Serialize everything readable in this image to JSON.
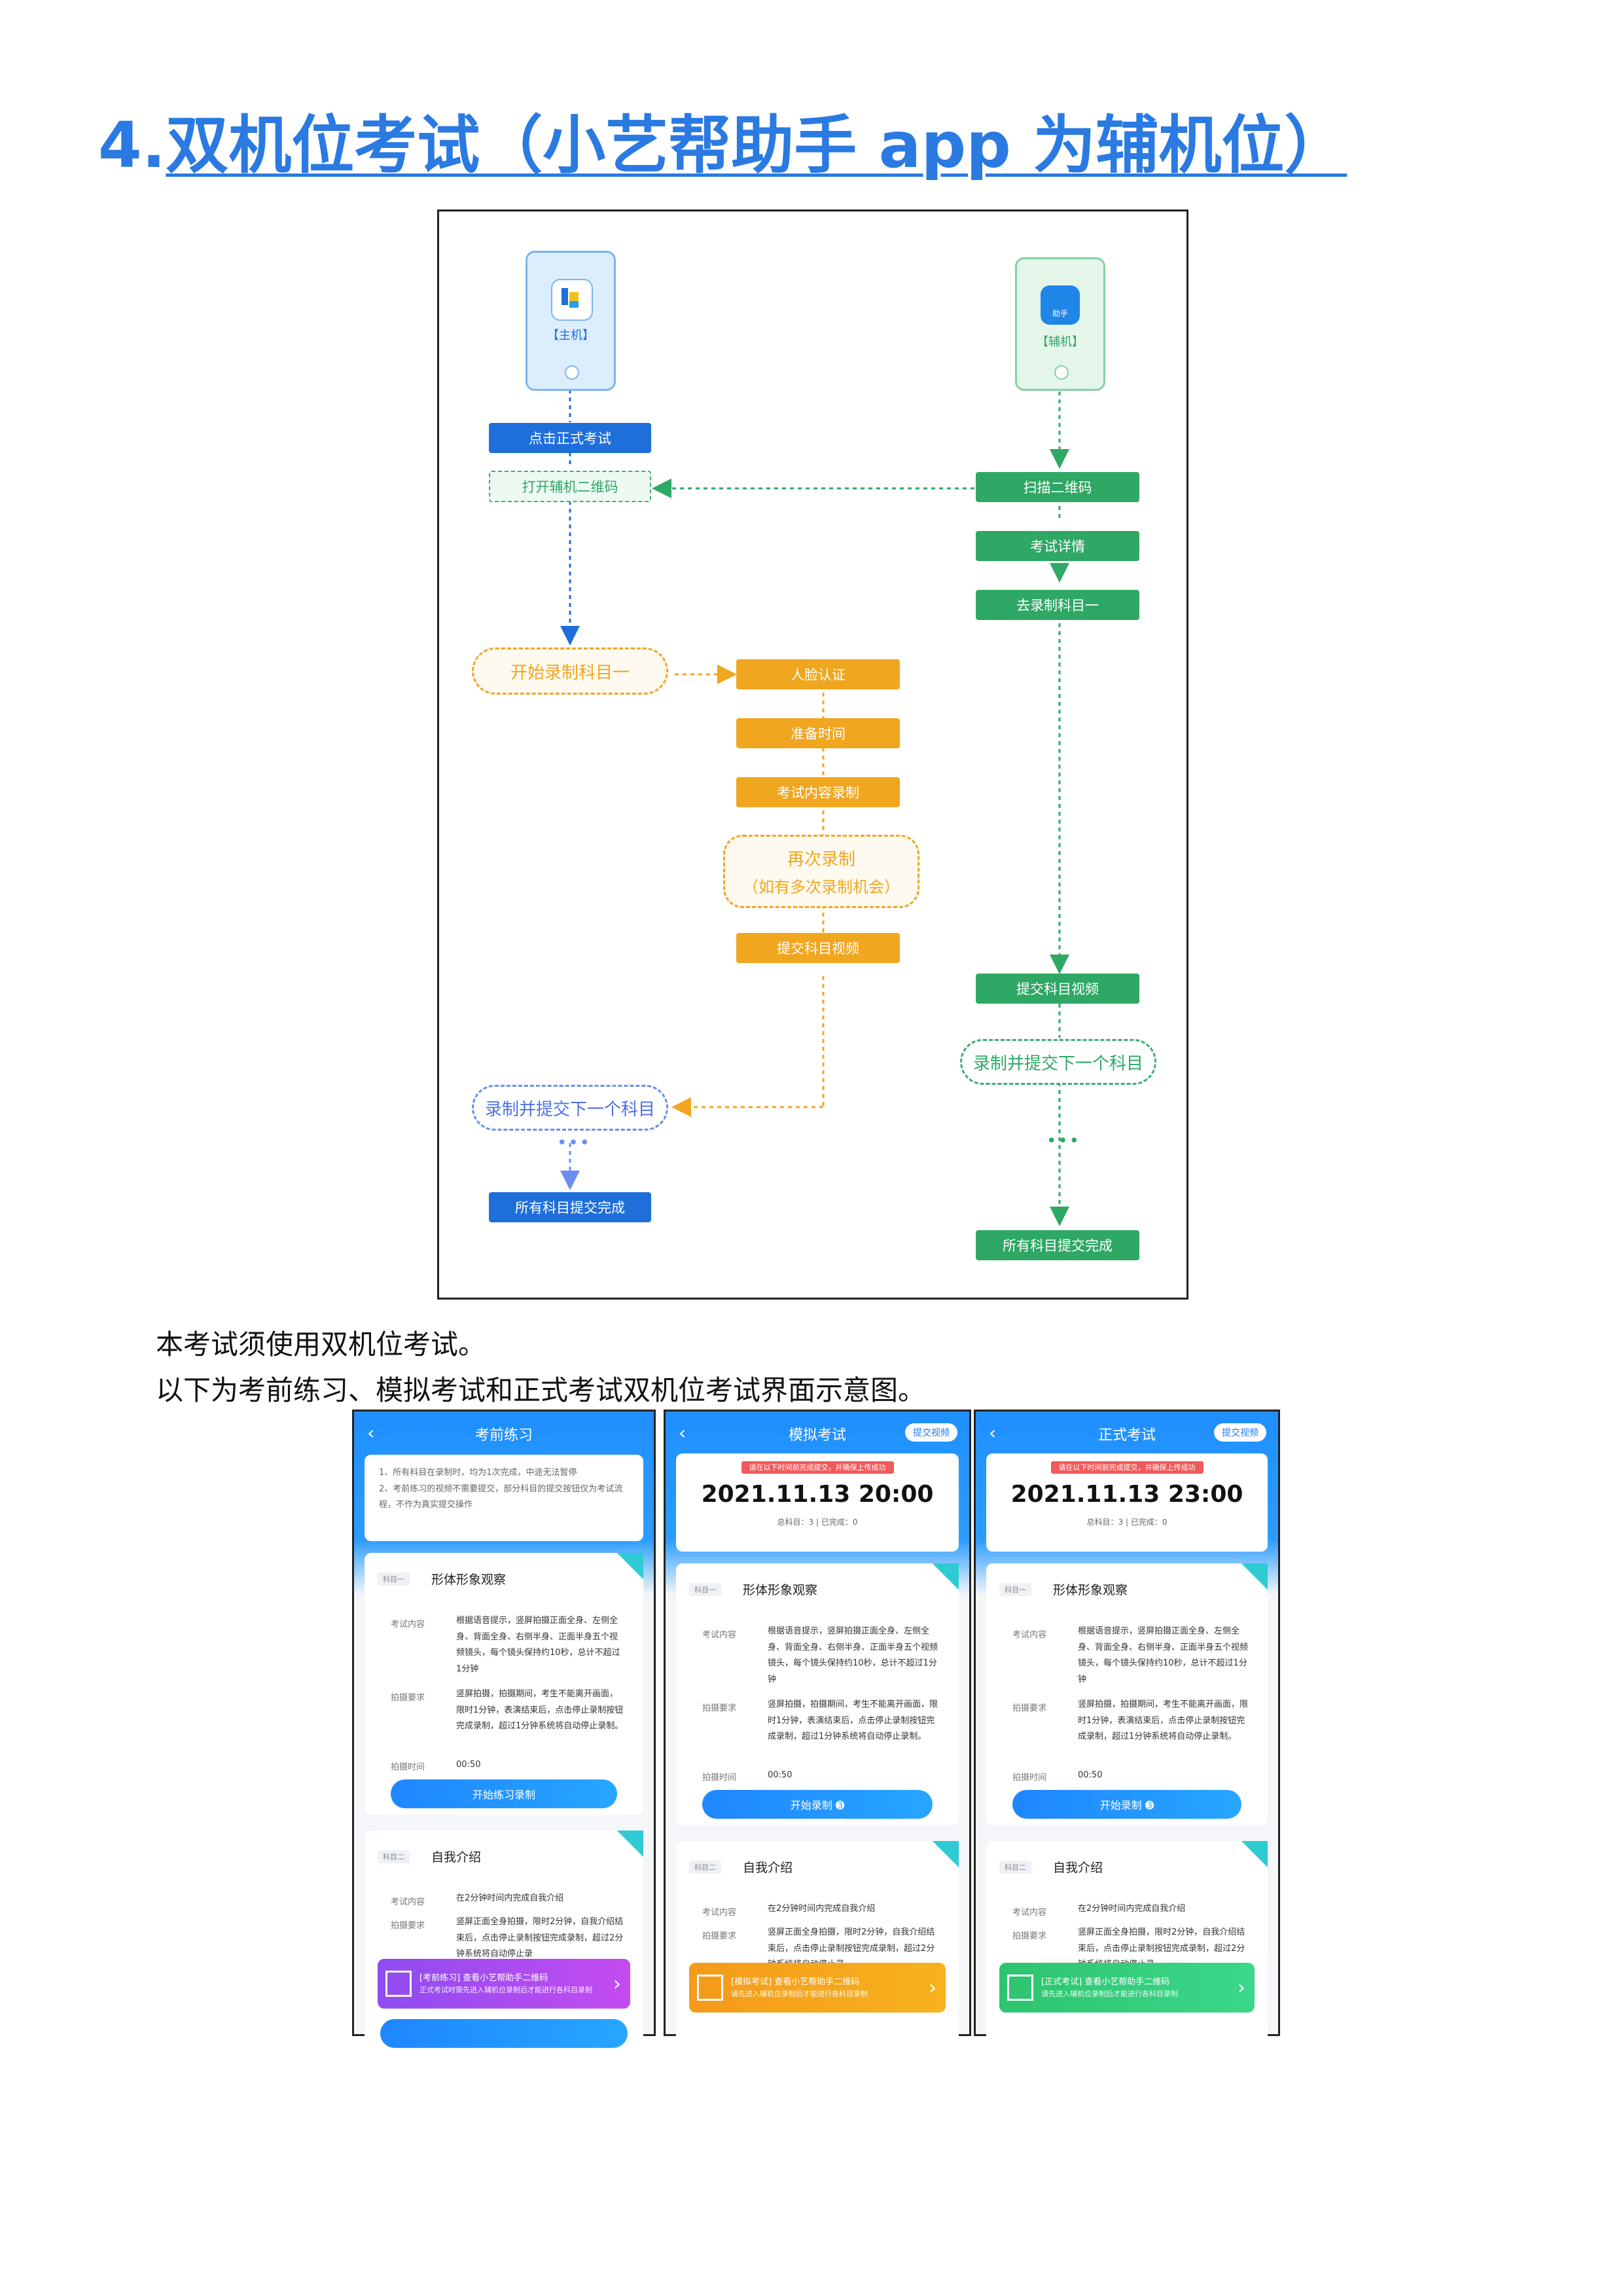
{
  "heading": {
    "number": "4.",
    "text": "双机位考试（小艺帮助手 app 为辅机位）"
  },
  "colors": {
    "title": "#2a7ae2",
    "blue": "#1f6fdb",
    "green": "#2ea864",
    "orange": "#f0a61f"
  },
  "flow": {
    "left_phone_label": "【主机】",
    "right_phone_label": "【辅机】",
    "right_app_text": "助手",
    "left": {
      "start_exam": "点击正式考试",
      "open_qr": "打开辅机二维码",
      "start_subject": "开始录制科目一",
      "next_subject": "录制并提交下一个科目",
      "dots": "•••",
      "all_done": "所有科目提交完成"
    },
    "middle": {
      "face": "人脸认证",
      "prepare": "准备时间",
      "record": "考试内容录制",
      "retry_line1": "再次录制",
      "retry_line2": "（如有多次录制机会）",
      "submit": "提交科目视频"
    },
    "right": {
      "scan": "扫描二维码",
      "details": "考试详情",
      "goto": "去录制科目一",
      "submit": "提交科目视频",
      "next_subject": "录制并提交下一个科目",
      "dots": "•••",
      "all_done": "所有科目提交完成"
    }
  },
  "captions": {
    "line1": "本考试须使用双机位考试。",
    "line2": "以下为考前练习、模拟考试和正式考试双机位考试界面示意图。"
  },
  "screens": {
    "practice": {
      "title": "考前练习",
      "back": "‹",
      "notice": "1、所有科目在录制时，均为1次完成，中途无法暂停\n2、考前练习的视频不需要提交，部分科目的提交按钮仅为考试流程，不作为真实提交操作",
      "subject1_tag": "科目一",
      "subject1_name": "形体形象观察",
      "label_content": "考试内容",
      "content1": "根据语音提示，竖屏拍摄正面全身、左侧全身、背面全身、右侧半身、正面半身五个视频镜头，每个镜头保持约10秒，总计不超过1分钟",
      "label_require": "拍摄要求",
      "require1": "竖屏拍摄，拍摄期间，考生不能离开画面，限时1分钟，表演结束后，点击停止录制按钮完成录制，超过1分钟系统将自动停止录制。",
      "label_time": "拍摄时间",
      "time1": "00:50",
      "button1": "开始练习录制",
      "subject2_tag": "科目二",
      "subject2_name": "自我介绍",
      "content2": "在2分钟时间内完成自我介绍",
      "require2": "竖屏正面全身拍摄，限时2分钟，自我介绍结束后，点击停止录制按钮完成录制，超过2分钟系统将自动停止录",
      "qr_line1": "[考前练习] 查看小艺帮助手二维码",
      "qr_line2": "正式考试时需先进入辅机位录制后才能进行各科目录制",
      "qr_arrow": "›"
    },
    "mock": {
      "title": "模拟考试",
      "back": "‹",
      "submit_video": "提交视频",
      "banner": "请在以下时间前完成提交，并确保上传成功",
      "deadline": "2021.11.13 20:00",
      "count": "总科目：3 | 已完成：0",
      "subject1_tag": "科目一",
      "subject1_name": "形体形象观察",
      "label_content": "考试内容",
      "content1": "根据语音提示，竖屏拍摄正面全身、左侧全身、背面全身、右侧半身、正面半身五个视频镜头，每个镜头保持约10秒，总计不超过1分钟",
      "label_require": "拍摄要求",
      "require1": "竖屏拍摄，拍摄期间，考生不能离开画面，限时1分钟，表演结束后，点击停止录制按钮完成录制，超过1分钟系统将自动停止录制。",
      "label_time": "拍摄时间",
      "time1": "00:50",
      "button1": "开始录制 ➌",
      "subject2_tag": "科目二",
      "subject2_name": "自我介绍",
      "content2": "在2分钟时间内完成自我介绍",
      "require2": "竖屏正面全身拍摄，限时2分钟，自我介绍结束后，点击停止录制按钮完成录制，超过2分钟系统将自动停止录",
      "qr_line1": "[模拟考试] 查看小艺帮助手二维码",
      "qr_line2": "请先进入辅机位录制后才能进行各科目录制",
      "qr_arrow": "›"
    },
    "formal": {
      "title": "正式考试",
      "back": "‹",
      "submit_video": "提交视频",
      "banner": "请在以下时间前完成提交，并确保上传成功",
      "deadline": "2021.11.13 23:00",
      "count": "总科目：3 | 已完成：0",
      "subject1_tag": "科目一",
      "subject1_name": "形体形象观察",
      "label_content": "考试内容",
      "content1": "根据语音提示，竖屏拍摄正面全身、左侧全身、背面全身、右侧半身、正面半身五个视频镜头，每个镜头保持约10秒，总计不超过1分钟",
      "label_require": "拍摄要求",
      "require1": "竖屏拍摄，拍摄期间，考生不能离开画面，限时1分钟，表演结束后，点击停止录制按钮完成录制，超过1分钟系统将自动停止录制。",
      "label_time": "拍摄时间",
      "time1": "00:50",
      "button1": "开始录制 ➌",
      "subject2_tag": "科目二",
      "subject2_name": "自我介绍",
      "content2": "在2分钟时间内完成自我介绍",
      "require2": "竖屏正面全身拍摄，限时2分钟，自我介绍结束后，点击停止录制按钮完成录制，超过2分钟系统将自动停止录",
      "qr_line1": "[正式考试] 查看小艺帮助手二维码",
      "qr_line2": "请先进入辅机位录制后才能进行各科目录制",
      "qr_arrow": "›"
    }
  }
}
